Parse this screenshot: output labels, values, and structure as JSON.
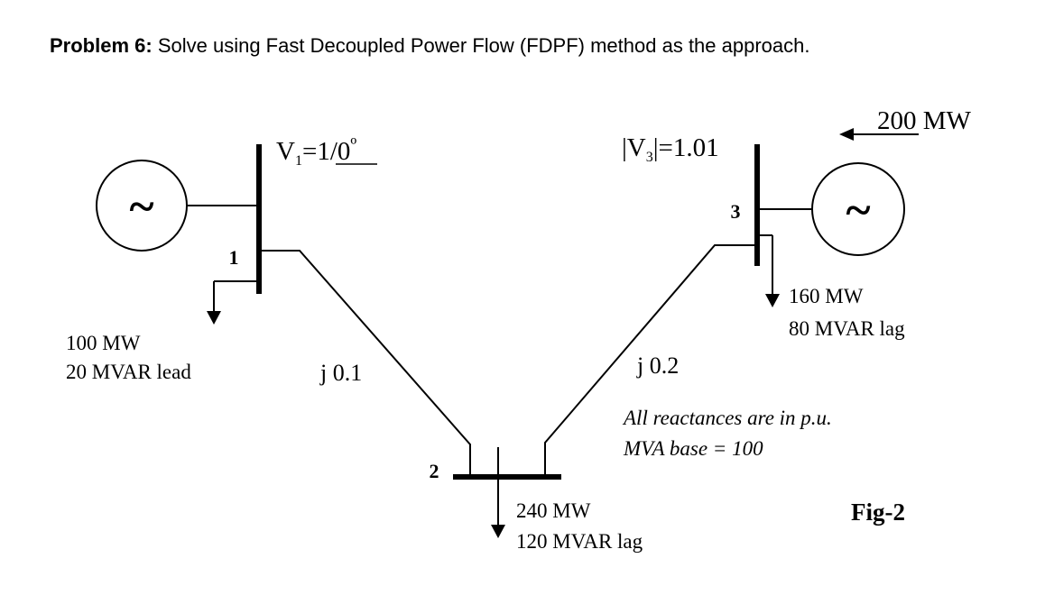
{
  "problem": {
    "label": "Problem 6:",
    "text": " Solve using Fast Decoupled Power Flow (FDPF) method as the approach."
  },
  "bus1": {
    "number": "1",
    "voltage_prefix": "V",
    "voltage_sub": "1",
    "voltage_eq": "=",
    "voltage_value": "1/0",
    "voltage_degree": "º",
    "generator_symbol": "~",
    "load_p": "100 MW",
    "load_q": "20 MVAR lead"
  },
  "bus2": {
    "number": "2",
    "load_p": "240 MW",
    "load_q": "120 MVAR lag"
  },
  "bus3": {
    "number": "3",
    "voltage_prefix": "|V",
    "voltage_sub": "3",
    "voltage_rest": "|=1.01",
    "generator_symbol": "~",
    "gen_p": "200 MW",
    "load_p": "160 MW",
    "load_q": "80 MVAR lag"
  },
  "lines": {
    "line_12_reactance": "j 0.1",
    "line_23_reactance": "j 0.2"
  },
  "notes": {
    "line1": "All reactances are in p.u.",
    "line2": "MVA base = 100"
  },
  "figure_label": "Fig-2",
  "colors": {
    "ink": "#000000",
    "background": "#ffffff"
  }
}
